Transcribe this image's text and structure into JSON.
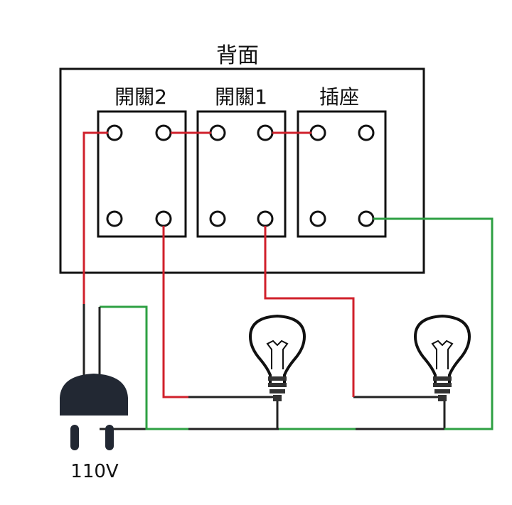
{
  "diagram": {
    "title": "背面",
    "modules": [
      {
        "label": "開關2"
      },
      {
        "label": "開關1"
      },
      {
        "label": "插座"
      }
    ],
    "plug_label": "110V",
    "icons": {
      "plug": "power-plug-icon",
      "bulb": "light-bulb-icon"
    },
    "colors": {
      "hot_wire": "#d0202b",
      "neutral_wire": "#2ea043",
      "common_wire": "#222222"
    }
  }
}
